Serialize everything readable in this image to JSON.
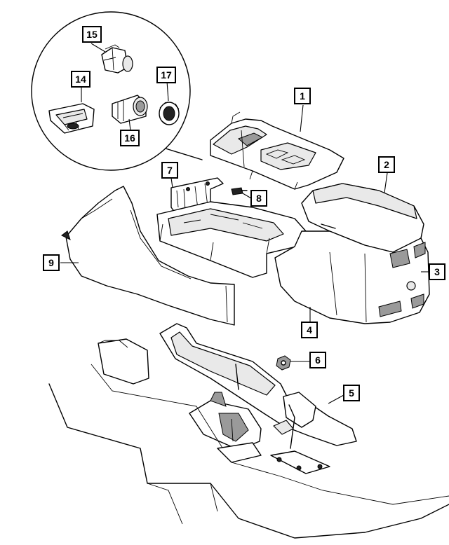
{
  "callouts": [
    {
      "id": "1",
      "label": "1"
    },
    {
      "id": "2",
      "label": "2"
    },
    {
      "id": "3",
      "label": "3"
    },
    {
      "id": "4",
      "label": "4"
    },
    {
      "id": "5",
      "label": "5"
    },
    {
      "id": "6",
      "label": "6"
    },
    {
      "id": "7",
      "label": "7"
    },
    {
      "id": "8",
      "label": "8"
    },
    {
      "id": "9",
      "label": "9"
    },
    {
      "id": "14",
      "label": "14"
    },
    {
      "id": "15",
      "label": "15"
    },
    {
      "id": "16",
      "label": "16"
    },
    {
      "id": "17",
      "label": "17"
    }
  ]
}
